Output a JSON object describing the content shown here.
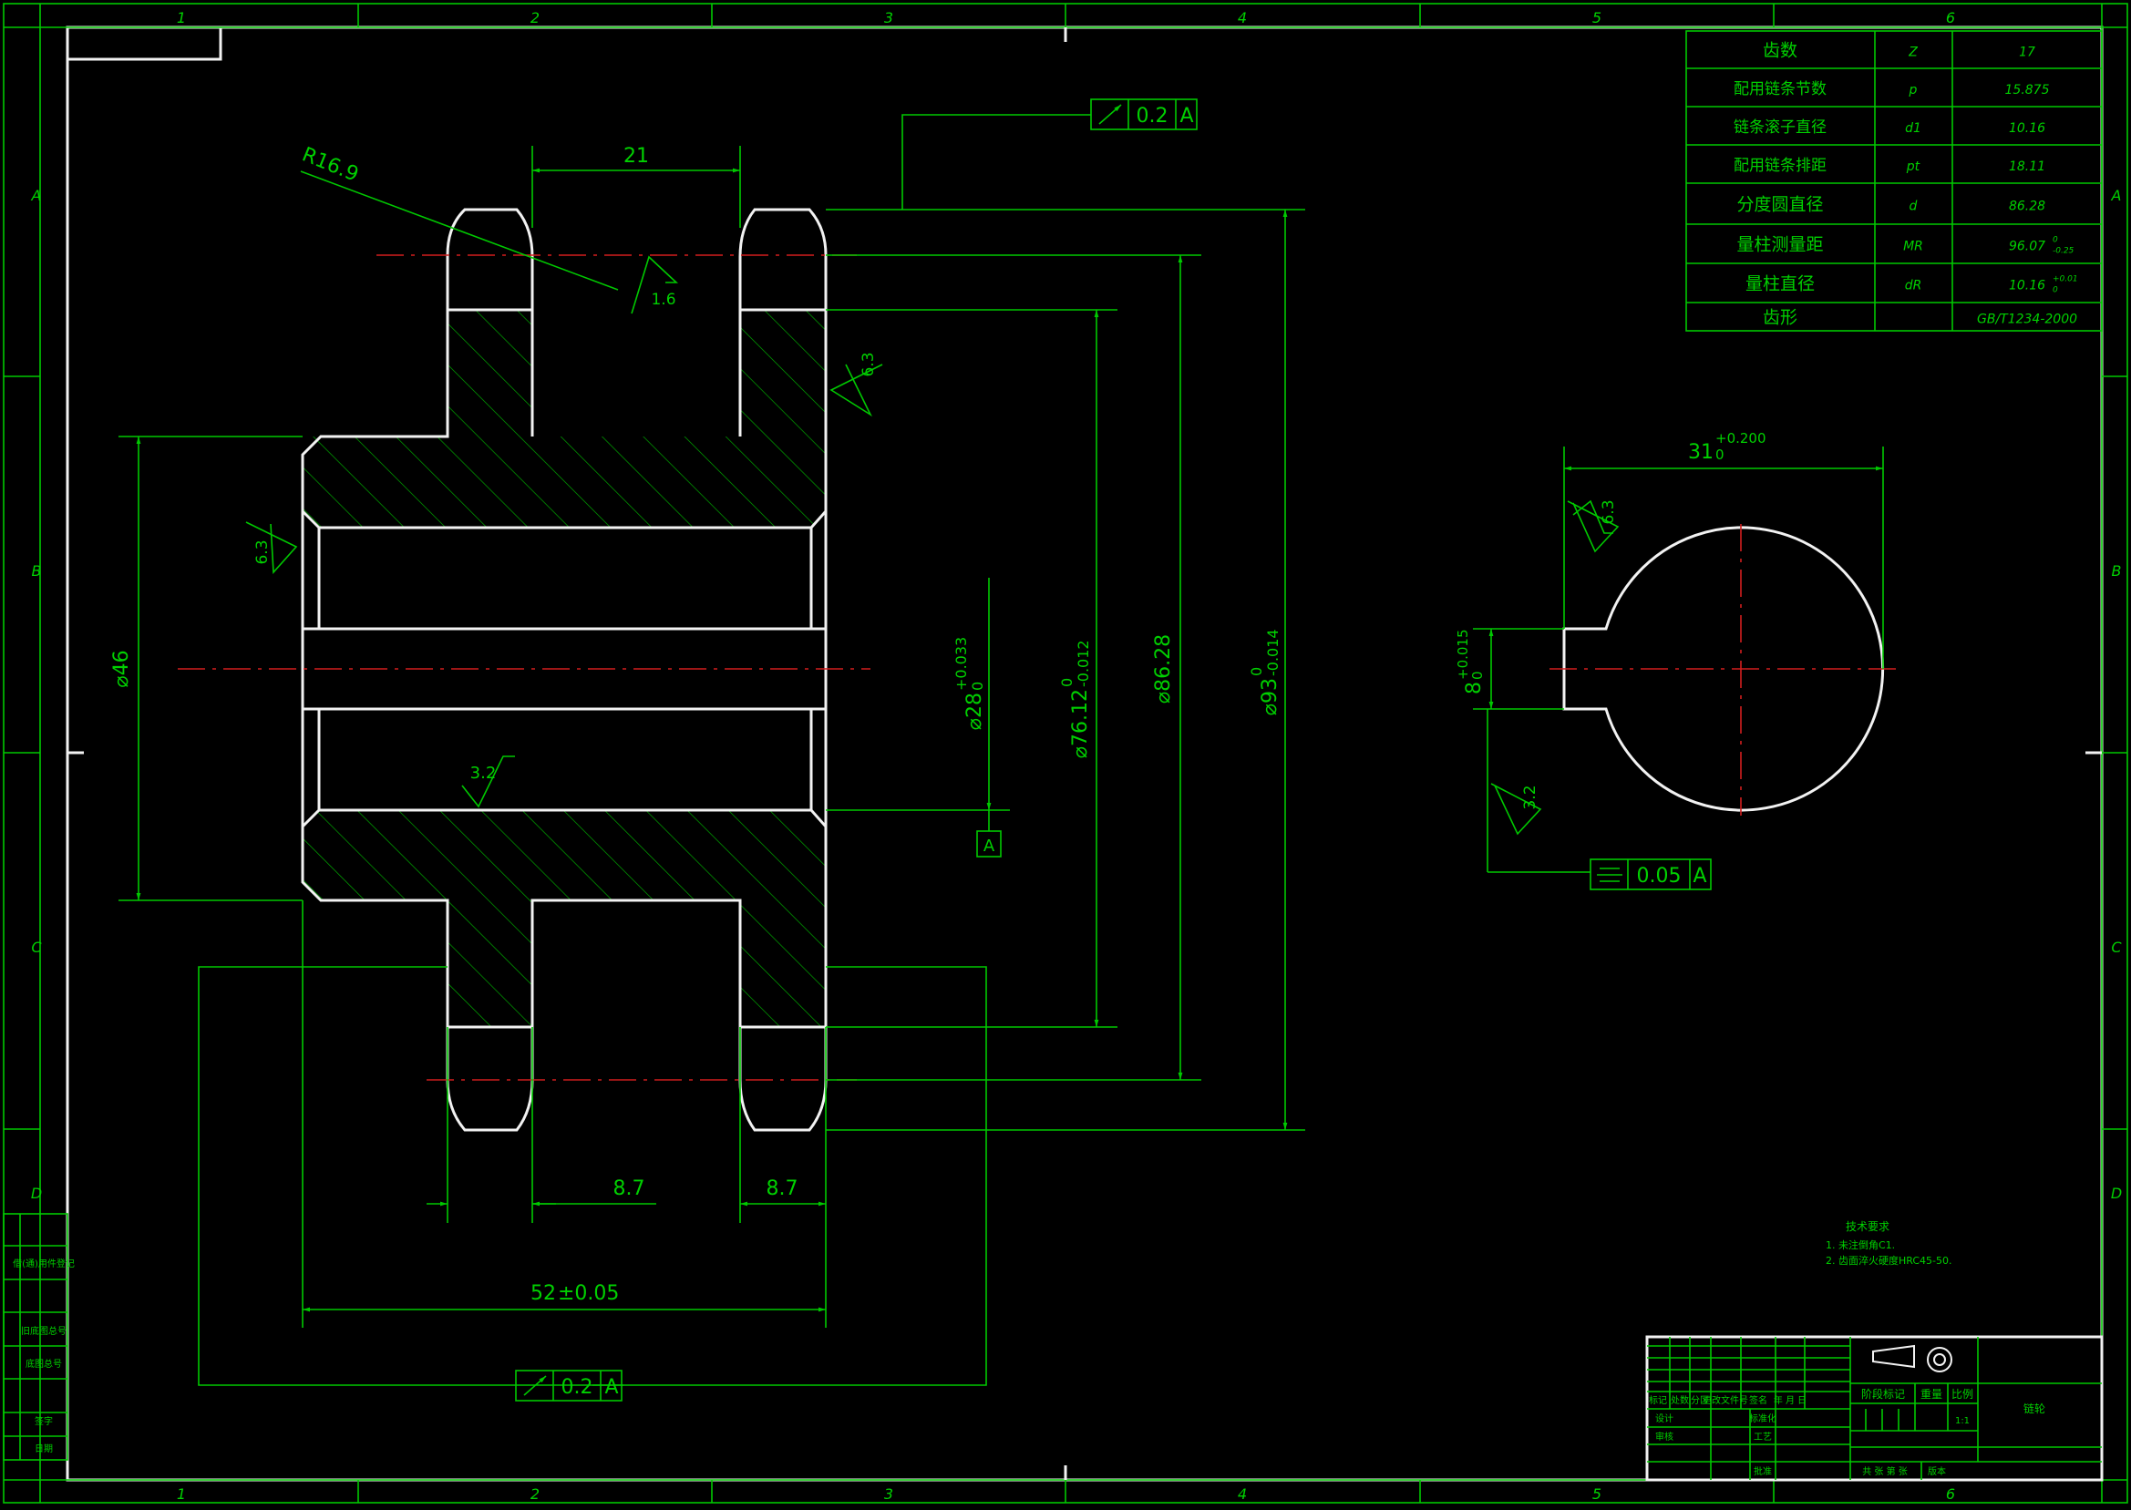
{
  "colors": {
    "background": "#000000",
    "dimension": "#00c800",
    "outline": "#f2f2f2",
    "centerline": "#d21e1e"
  },
  "frame": {
    "columns": [
      "1",
      "2",
      "3",
      "4",
      "5",
      "6"
    ],
    "rows": [
      "A",
      "B",
      "C",
      "D"
    ],
    "side_labels": [
      "借(通)用件登记",
      "旧底图总号",
      "底图总号",
      "签字",
      "日期"
    ]
  },
  "params": [
    {
      "name": "齿数",
      "symbol": "Z",
      "value": "17"
    },
    {
      "name": "配用链条节数",
      "symbol": "p",
      "value": "15.875"
    },
    {
      "name": "链条滚子直径",
      "symbol": "d1",
      "value": "10.16"
    },
    {
      "name": "配用链条排距",
      "symbol": "pt",
      "value": "18.11"
    },
    {
      "name": "分度圆直径",
      "symbol": "d",
      "value": "86.28"
    },
    {
      "name": "量柱测量距",
      "symbol": "MR",
      "value": "96.07",
      "sup": "0",
      "sub": "-0.25"
    },
    {
      "name": "量柱直径",
      "symbol": "dR",
      "value": "10.16",
      "sup": "+0.01",
      "sub": "0"
    },
    {
      "name": "齿形",
      "symbol": "",
      "value": "GB/T1234-2000"
    }
  ],
  "dims": {
    "radius": "R16.9",
    "tooth_gap": "21",
    "rough_tooth": "1.6",
    "rough_right": "6.3",
    "rough_left": "6.3",
    "rough_bore": "3.2",
    "hub_dia": "⌀46",
    "bore_main": "⌀28",
    "bore_tol_up": "+0.033",
    "bore_tol_lo": "0",
    "d76_main": "⌀76.12",
    "d76_tol_up": "0",
    "d76_tol_lo": "-0.012",
    "d86": "⌀86.28",
    "d93_main": "⌀93",
    "d93_tol_up": "0",
    "d93_tol_lo": "-0.014",
    "width_left": "8.7",
    "width_right": "8.7",
    "total_main": "52",
    "total_tol": "±0.05",
    "runout_top": "0.2",
    "runout_bottom": "0.2",
    "datum": "A",
    "key_width_main": "31",
    "key_width_up": "+0.200",
    "key_width_lo": "0",
    "key_depth_main": "8",
    "key_depth_up": "+0.015",
    "key_depth_lo": "0",
    "key_rough_top": "6.3",
    "key_rough_bottom": "3.2",
    "symmetry": "0.05"
  },
  "notes": {
    "title": "技术要求",
    "line1": "1. 未注倒角C1.",
    "line2": "2. 齿面淬火硬度HRC45-50."
  },
  "title_block": {
    "headers": [
      "标记",
      "处数",
      "分区",
      "更改文件号",
      "签名",
      "年 月 日"
    ],
    "roles": [
      "设计",
      "审核",
      "工艺",
      "标准化",
      "批准"
    ],
    "stage_label": "阶段标记",
    "weight_label": "重量",
    "scale_label": "比例",
    "scale_value": "1:1",
    "part_name": "链轮",
    "sheet_info": "共 张 第 张",
    "version": "版本"
  }
}
